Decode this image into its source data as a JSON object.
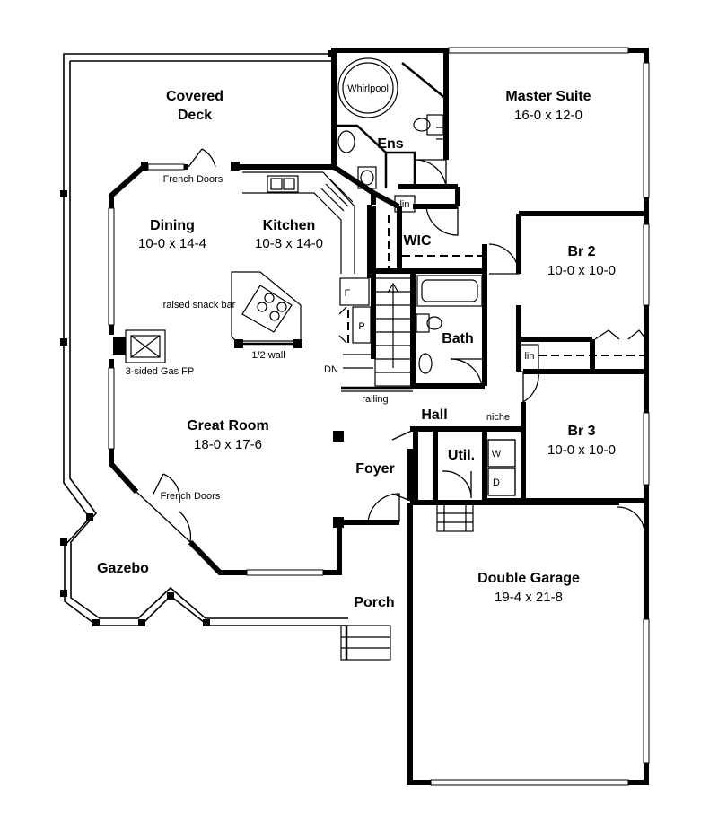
{
  "rooms": {
    "covered_deck": {
      "line1": "Covered",
      "line2": "Deck"
    },
    "whirlpool": "Whirlpool",
    "ensuite": "Ens",
    "master_suite": {
      "name": "Master Suite",
      "size": "16-0 x 12-0"
    },
    "dining": {
      "name": "Dining",
      "size": "10-0 x 14-4"
    },
    "kitchen": {
      "name": "Kitchen",
      "size": "10-8 x 14-0"
    },
    "wic": "WIC",
    "br2": {
      "name": "Br 2",
      "size": "10-0 x 10-0"
    },
    "bath": "Bath",
    "great_room": {
      "name": "Great Room",
      "size": "18-0 x 17-6"
    },
    "hall": "Hall",
    "br3": {
      "name": "Br 3",
      "size": "10-0 x 10-0"
    },
    "foyer": "Foyer",
    "util": "Util.",
    "gazebo": "Gazebo",
    "porch": "Porch",
    "double_garage": {
      "name": "Double Garage",
      "size": "19-4 x 21-8"
    }
  },
  "annotations": {
    "french_doors_top": "French Doors",
    "french_doors_bottom": "French Doors",
    "raised_snack_bar": "raised snack bar",
    "half_wall": "1/2 wall",
    "gas_fp": "3-sided Gas FP",
    "fridge": "F",
    "pantry": "P",
    "down": "DN",
    "railing": "railing",
    "linen_top": "lin",
    "linen_bottom": "lin",
    "niche": "niche",
    "washer": "W",
    "dryer": "D"
  }
}
